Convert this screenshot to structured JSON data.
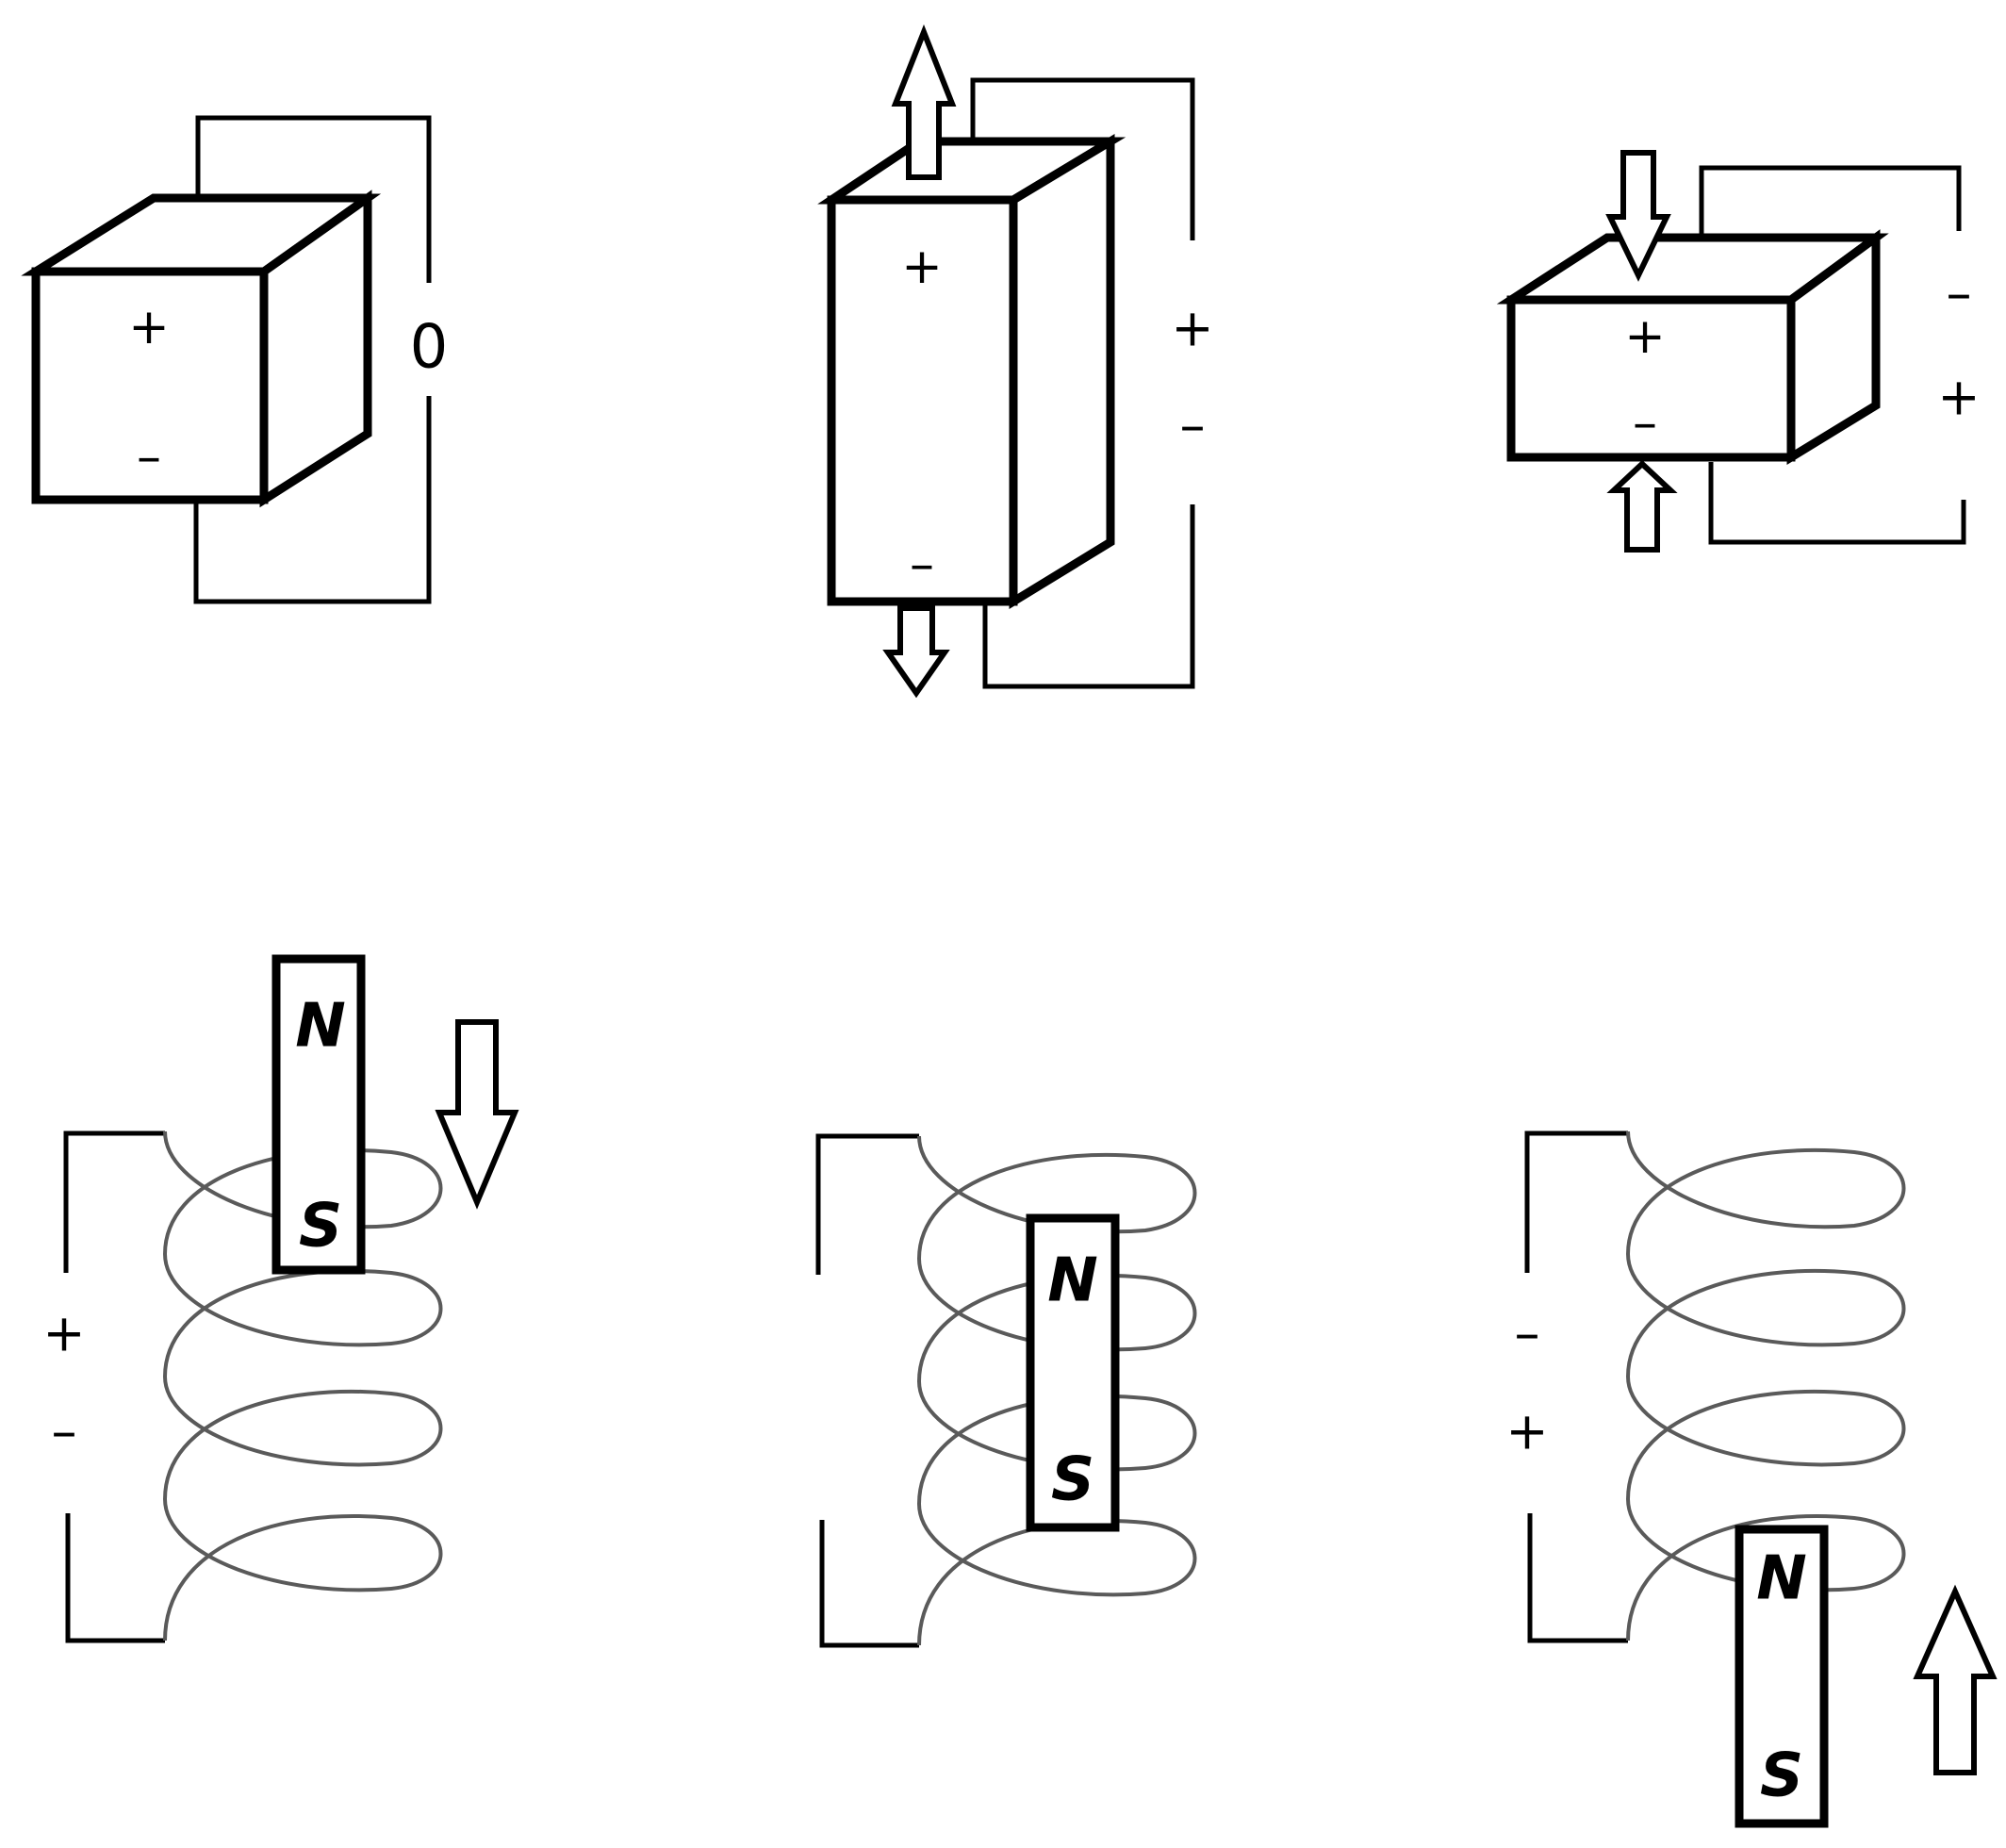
{
  "piezo": [
    {
      "top": "+",
      "bottom": "–",
      "meter": "0"
    },
    {
      "top": "+",
      "bottom": "–",
      "meter_top": "+",
      "meter_bottom": "–"
    },
    {
      "top": "+",
      "bottom": "–",
      "meter_top": "–",
      "meter_bottom": "+"
    }
  ],
  "coils": [
    {
      "magnet_top": "N",
      "magnet_bottom": "S",
      "meter_top": "+",
      "meter_bottom": "–"
    },
    {
      "magnet_top": "N",
      "magnet_bottom": "S"
    },
    {
      "magnet_top": "N",
      "magnet_bottom": "S",
      "meter_top": "–",
      "meter_bottom": "+"
    }
  ]
}
